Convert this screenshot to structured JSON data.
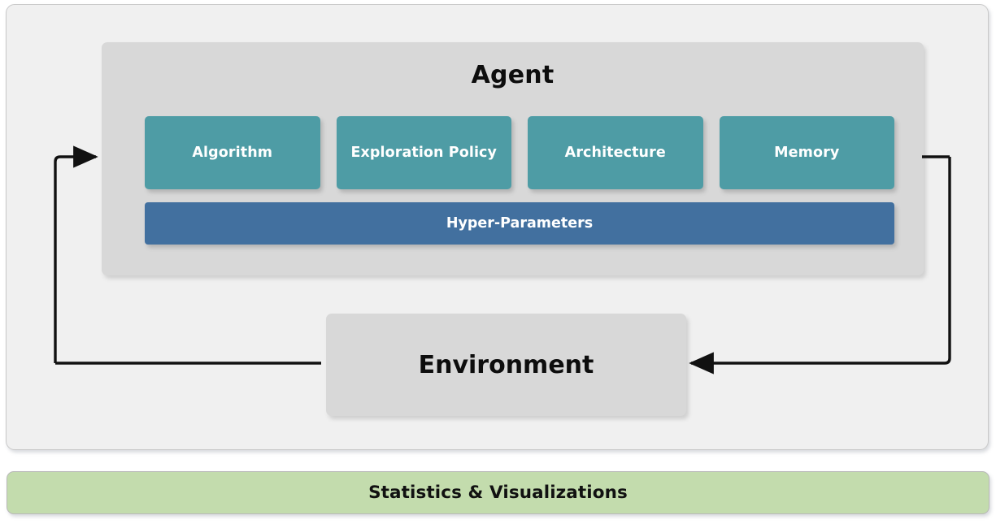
{
  "diagram": {
    "title_agent": "Agent",
    "title_environment": "Environment",
    "agent": {
      "label": "Agent",
      "components": [
        {
          "label": "Algorithm"
        },
        {
          "label": "Exploration Policy"
        },
        {
          "label": "Architecture"
        },
        {
          "label": "Memory"
        }
      ],
      "hyper_parameters": {
        "label": "Hyper-Parameters"
      }
    },
    "environment": {
      "label": "Environment"
    },
    "statistics": {
      "label": "Statistics & Visualizations"
    },
    "arrows": {
      "agent_to_environment_name": "agent-to-environment-arrow",
      "environment_to_agent_name": "environment-to-agent-arrow"
    },
    "colors": {
      "panel_background": "#f0f0f0",
      "group_background": "#d8d8d8",
      "component_fill": "#4e9ca5",
      "hyper_parameter_fill": "#42709f",
      "statistics_fill": "#c3dcad",
      "arrow_stroke": "#111111",
      "text_on_fill": "#ffffff",
      "text_dark": "#0d0d0d"
    }
  }
}
